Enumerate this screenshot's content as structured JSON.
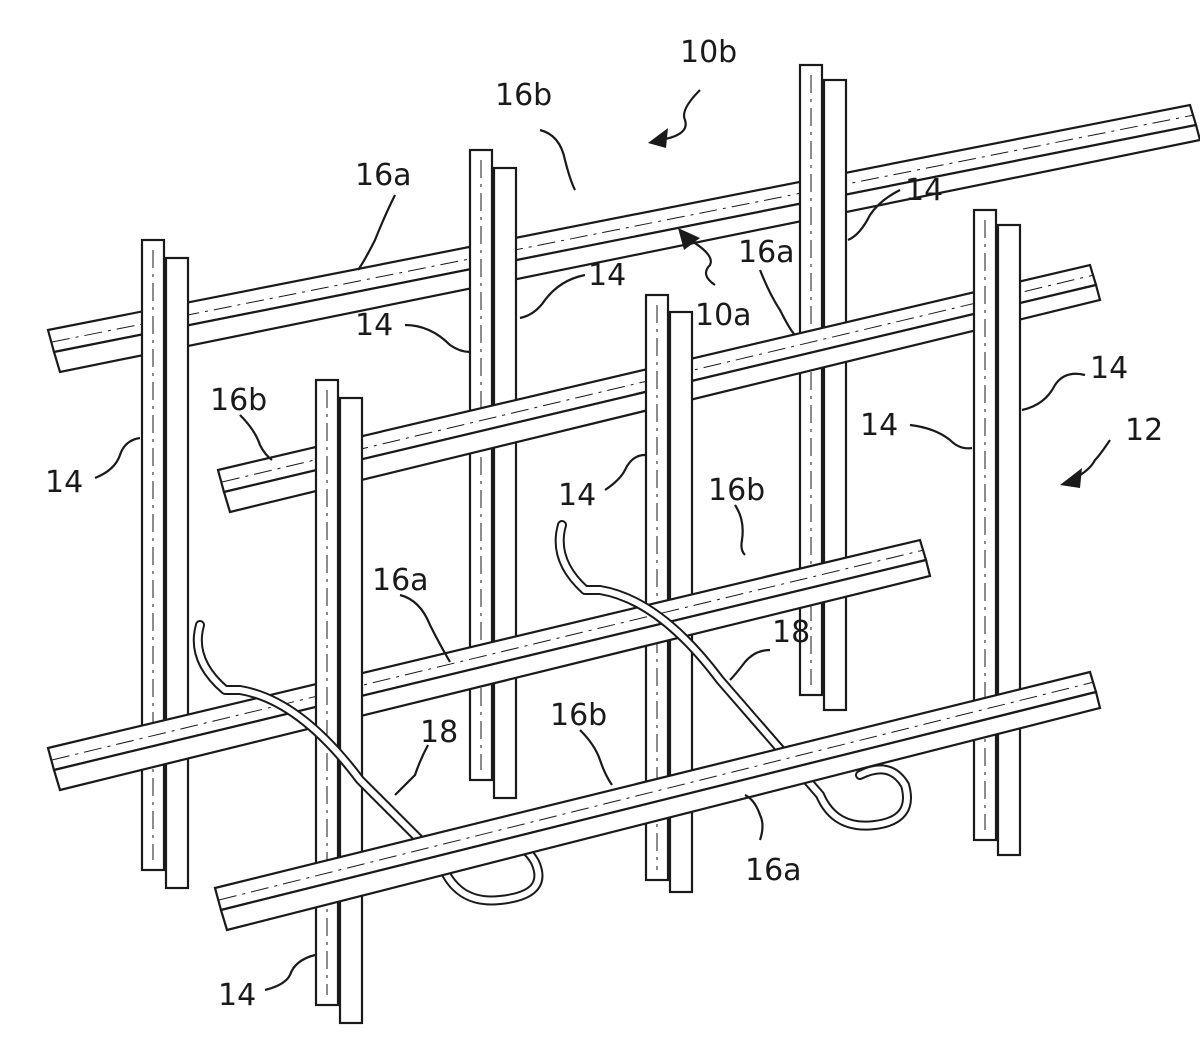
{
  "figure": {
    "labels": {
      "ref_10b": "10b",
      "ref_10a": "10a",
      "ref_12": "12",
      "ref_14": "14",
      "ref_16a": "16a",
      "ref_16b": "16b",
      "ref_18": "18"
    }
  }
}
